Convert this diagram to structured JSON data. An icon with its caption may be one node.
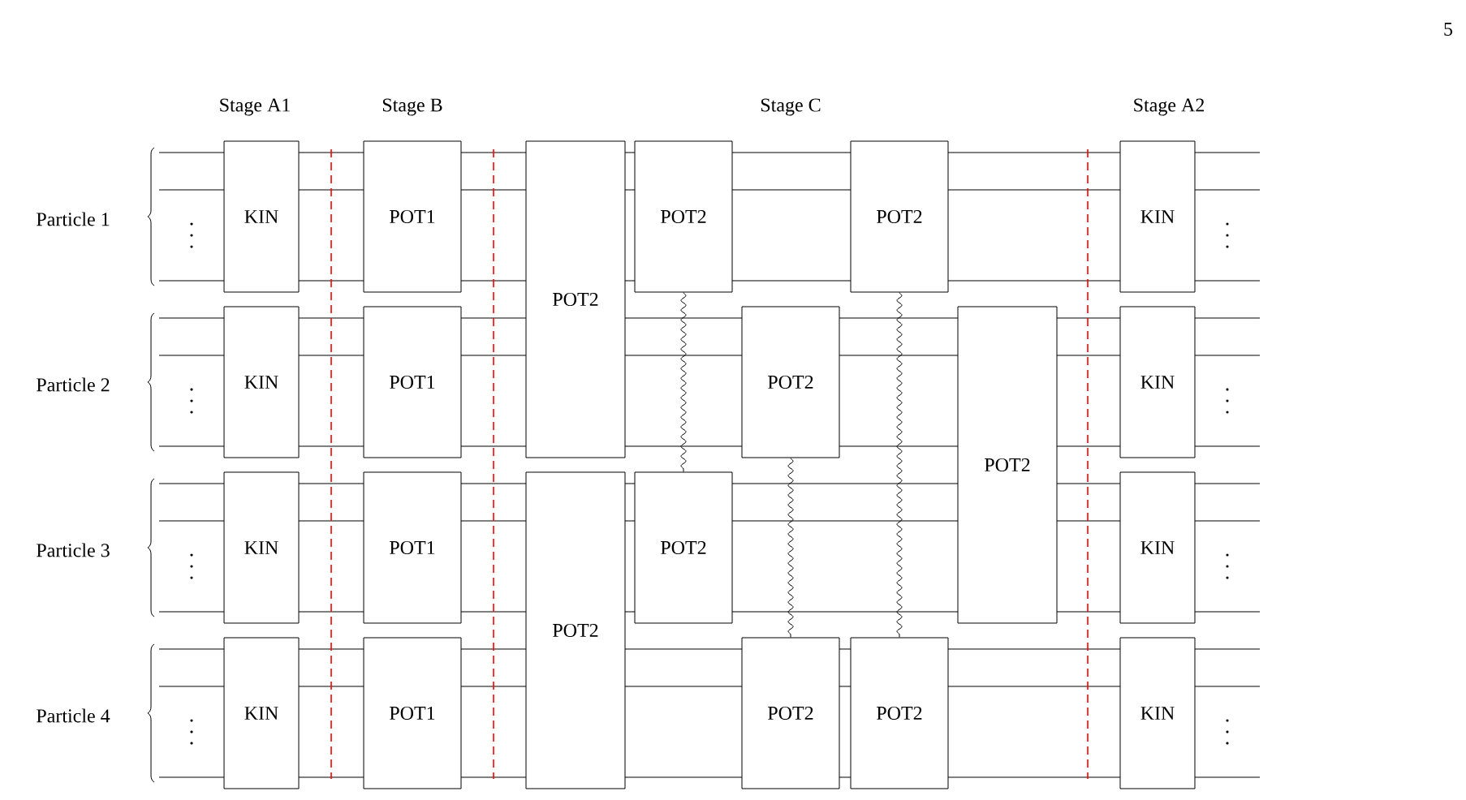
{
  "diagram": {
    "nodes": [
      {
        "text": [
          "KIN"
        ]
      },
      {
        "text": [
          "POT1"
        ]
      },
      {
        "text": [
          "POT2"
        ]
      },
      {
        "text": [
          "POT2"
        ]
      },
      {
        "text": [
          "POT2"
        ]
      },
      {
        "text": [
          "KIN"
        ]
      },
      {
        "text": [
          "KIN"
        ]
      },
      {
        "text": [
          "POT1"
        ]
      },
      {
        "text": [
          "POT2"
        ]
      },
      {
        "text": [
          "POT2"
        ]
      },
      {
        "text": [
          "KIN"
        ]
      },
      {
        "text": [
          "KIN"
        ]
      },
      {
        "text": [
          "POT1"
        ]
      },
      {
        "text": [
          "POT2"
        ]
      },
      {
        "text": [
          "POT2"
        ]
      },
      {
        "text": [
          "KIN"
        ]
      },
      {
        "text": [
          "KIN"
        ]
      },
      {
        "text": [
          "POT1"
        ]
      },
      {
        "text": [
          "POT2"
        ]
      },
      {
        "text": [
          "POT2"
        ]
      },
      {
        "text": [
          "KIN"
        ]
      }
    ],
    "edges": [
      {
        "from": 3,
        "to": 14,
        "arrow": "none"
      },
      {
        "from": 8,
        "to": 18,
        "arrow": "none"
      },
      {
        "from": 4,
        "to": 19,
        "arrow": "none"
      }
    ],
    "labels": [
      "5",
      "Stage A1",
      "Stage B",
      "Stage C",
      "Stage A2",
      "Particle 1",
      "Particle 2",
      "Particle 3",
      "Particle 4"
    ]
  }
}
